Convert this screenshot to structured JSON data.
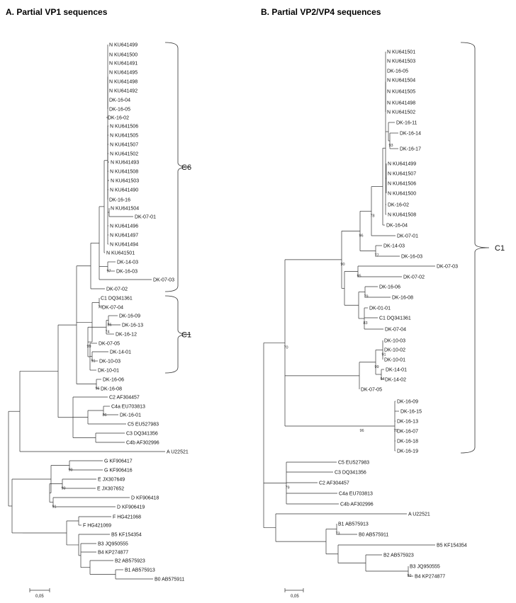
{
  "panel_a": {
    "title": "A. Partial VP1 sequences",
    "leaves": [
      "N KU641499",
      "N KU641500",
      "N KU641491",
      "N KU641495",
      "N KU641498",
      "N KU641492",
      "DK-16-04",
      "DK-16-05",
      "DK-16-02",
      "N KU641506",
      "N KU641505",
      "N KU641507",
      "N KU641502",
      "N KU641493",
      "N KU641508",
      "N KU641503",
      "N KU641490",
      "DK-16-16",
      "N KU641504",
      "DK-07-01",
      "N KU641496",
      "N KU641497",
      "N KU641494",
      "N KU641501",
      "DK-14-03",
      "DK-16-03",
      "DK-07-03",
      "DK-07-02",
      "C1 DQ341361",
      "DK-07-04",
      "DK-16-09",
      "DK-16-13",
      "DK-16-12",
      "DK-07-05",
      "DK-14-01",
      "DK-10-03",
      "DK-10-01",
      "DK-16-06",
      "DK-16-08",
      "C2 AF304457",
      "C4a EU703813",
      "DK-16-01",
      "C5 EU527983",
      "C3 DQ341356",
      "C4b AF302996",
      "A U22521",
      "G KF906417",
      "G KF906416",
      "E JX307649",
      "E JX307652",
      "D KF906418",
      "D KF906419",
      "F HG421068",
      "F HG421069",
      "B5 KF154354",
      "B3 JQ950555",
      "B4 KP274877",
      "B2 AB575923",
      "B1 AB575913",
      "B0 AB575911"
    ],
    "bootstrap": [
      "97",
      "79",
      "86",
      "74",
      "91",
      "99",
      "96",
      "86",
      "99",
      "99",
      "91"
    ],
    "clades": [
      "C6",
      "C1"
    ],
    "scale": "0,05"
  },
  "panel_b": {
    "title": "B. Partial VP2/VP4 sequences",
    "leaves": [
      "N KU641501",
      "N KU641503",
      "DK-16-05",
      "N KU641504",
      "N KU641505",
      "N KU641498",
      "N KU641502",
      "DK-16-11",
      "DK-16-14",
      "DK-16-17",
      "N KU641499",
      "N KU641507",
      "N KU641506",
      "N KU641500",
      "DK-16-02",
      "N KU641508",
      "DK-16-04",
      "DK-07-01",
      "DK-14-03",
      "DK-16-03",
      "DK-07-03",
      "DK-07-02",
      "DK-16-06",
      "DK-16-08",
      "DK-01-01",
      "C1 DQ341361",
      "DK-07-04",
      "DK-10-03",
      "DK-10-02",
      "DK-10-01",
      "DK-14-01",
      "DK-14-02",
      "DK-07-05",
      "DK-16-09",
      "DK-16-15",
      "DK-16-13",
      "DK-16-07",
      "DK-16-18",
      "DK-16-19",
      "C5 EU527983",
      "C3 DQ341356",
      "C2 AF304457",
      "C4a EU703813",
      "C4b AF302996",
      "A U22521",
      "B1 AB575913",
      "B0 AB575911",
      "B5 KF154354",
      "B2 AB575923",
      "B3 JQ950555",
      "B4 KP274877"
    ],
    "bootstrap": [
      "93",
      "78",
      "77",
      "96",
      "95",
      "79",
      "83",
      "90",
      "91",
      "94",
      "99",
      "79",
      "96",
      "70",
      "79",
      "73",
      "92"
    ],
    "clades": [
      "C1"
    ],
    "scale": "0,05"
  }
}
